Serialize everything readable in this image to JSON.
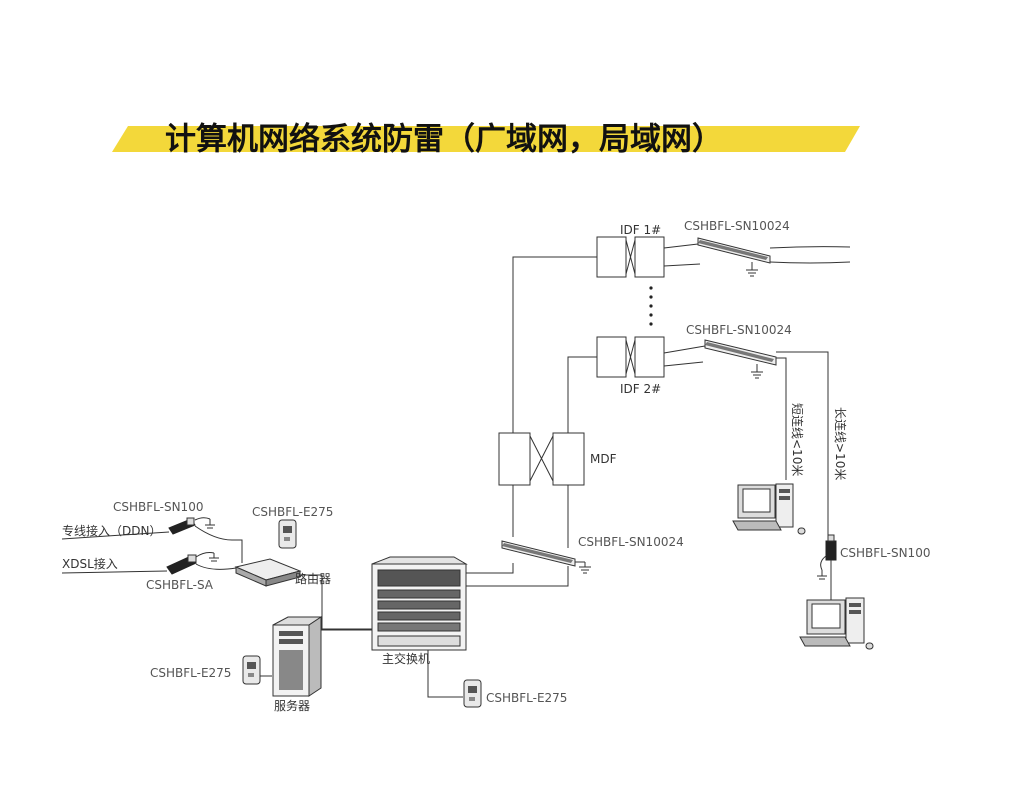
{
  "title": "计算机网络系统防雷（广域网，局域网）",
  "colors": {
    "banner": "#f3d83a",
    "line": "#333333"
  },
  "labels": {
    "idf1": "IDF 1#",
    "idf2": "IDF 2#",
    "mdf": "MDF",
    "sn10024_a": "CSHBFL-SN10024",
    "sn10024_b": "CSHBFL-SN10024",
    "sn10024_c": "CSHBFL-SN10024",
    "sn100_left": "CSHBFL-SN100",
    "sn100_right": "CSHBFL-SN100",
    "ddn": "专线接入（DDN）",
    "xdsl": "XDSL接入",
    "sa": "CSHBFL-SA",
    "e275_router": "CSHBFL-E275",
    "e275_server": "CSHBFL-E275",
    "e275_switch": "CSHBFL-E275",
    "router": "路由器",
    "switch": "主交换机",
    "server": "服务器",
    "short_line": "短连线<10米",
    "long_line": "长连线>10米"
  }
}
